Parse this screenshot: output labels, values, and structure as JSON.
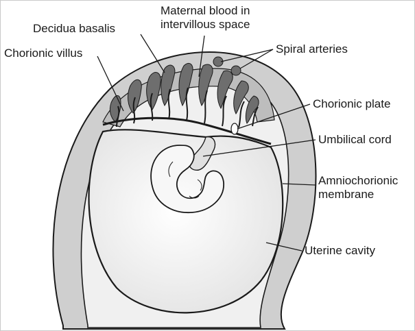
{
  "labels": {
    "maternal_blood_line1": "Maternal blood in",
    "maternal_blood_line2": "intervillous space",
    "decidua_basalis": "Decidua basalis",
    "chorionic_villus": "Chorionic villus",
    "spiral_arteries": "Spiral arteries",
    "chorionic_plate": "Chorionic plate",
    "umbilical_cord": "Umbilical cord",
    "amniochorionic_line1": "Amniochorionic",
    "amniochorionic_line2": "membrane",
    "uterine_cavity": "Uterine cavity"
  },
  "colors": {
    "outline": "#1a1a1a",
    "uterine_wall": "#cfcfcf",
    "cavity": "#f0f0f0",
    "amnion_fill": "#ffffff",
    "blood": "#6e6e6e",
    "embryo": "#f7f7f7"
  }
}
